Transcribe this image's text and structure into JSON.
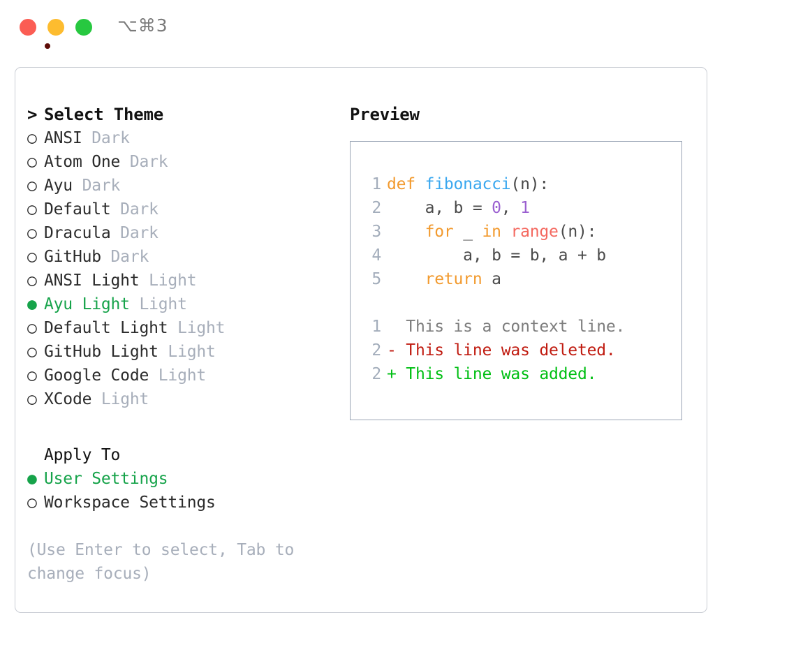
{
  "titlebar": {
    "buttons": [
      {
        "name": "close",
        "color": "#fb5d54"
      },
      {
        "name": "minimize",
        "color": "#fdbc2f"
      },
      {
        "name": "maximize",
        "color": "#27c840"
      }
    ],
    "shortcut": "⌥⌘3"
  },
  "theme_section": {
    "header": "Select Theme",
    "caret": ">",
    "bullet_on": "●",
    "bullet_off": "○",
    "options": [
      {
        "label": "ANSI",
        "tag": "Dark",
        "selected": false
      },
      {
        "label": "Atom One",
        "tag": "Dark",
        "selected": false
      },
      {
        "label": "Ayu",
        "tag": "Dark",
        "selected": false
      },
      {
        "label": "Default",
        "tag": "Dark",
        "selected": false
      },
      {
        "label": "Dracula",
        "tag": "Dark",
        "selected": false
      },
      {
        "label": "GitHub",
        "tag": "Dark",
        "selected": false
      },
      {
        "label": "ANSI Light",
        "tag": "Light",
        "selected": false
      },
      {
        "label": "Ayu Light",
        "tag": "Light",
        "selected": true
      },
      {
        "label": "Default Light",
        "tag": "Light",
        "selected": false
      },
      {
        "label": "GitHub Light",
        "tag": "Light",
        "selected": false
      },
      {
        "label": "Google Code",
        "tag": "Light",
        "selected": false
      },
      {
        "label": "XCode",
        "tag": "Light",
        "selected": false
      }
    ]
  },
  "apply_section": {
    "header": "Apply To",
    "options": [
      {
        "label": "User Settings",
        "selected": true
      },
      {
        "label": "Workspace Settings",
        "selected": false
      }
    ]
  },
  "hint": "(Use Enter to select, Tab to change focus)",
  "preview": {
    "title": "Preview",
    "code_lines": [
      {
        "num": "1",
        "tokens": [
          {
            "t": "def ",
            "c": "kw"
          },
          {
            "t": "fibonacci",
            "c": "fn"
          },
          {
            "t": "(n):",
            "c": "plain"
          }
        ]
      },
      {
        "num": "2",
        "tokens": [
          {
            "t": "    a, b = ",
            "c": "plain"
          },
          {
            "t": "0",
            "c": "num"
          },
          {
            "t": ", ",
            "c": "plain"
          },
          {
            "t": "1",
            "c": "num"
          }
        ]
      },
      {
        "num": "3",
        "tokens": [
          {
            "t": "    ",
            "c": "plain"
          },
          {
            "t": "for",
            "c": "kw"
          },
          {
            "t": " _ ",
            "c": "plain"
          },
          {
            "t": "in",
            "c": "kw"
          },
          {
            "t": " ",
            "c": "plain"
          },
          {
            "t": "range",
            "c": "bi"
          },
          {
            "t": "(n):",
            "c": "plain"
          }
        ]
      },
      {
        "num": "4",
        "tokens": [
          {
            "t": "        a, b = b, a + b",
            "c": "plain"
          }
        ]
      },
      {
        "num": "5",
        "tokens": [
          {
            "t": "    ",
            "c": "plain"
          },
          {
            "t": "return",
            "c": "kw"
          },
          {
            "t": " a",
            "c": "plain"
          }
        ]
      }
    ],
    "diff_lines": [
      {
        "num": "1",
        "marker": "  ",
        "text": "This is a context line.",
        "kind": "ctx"
      },
      {
        "num": "2",
        "marker": "- ",
        "text": "This line was deleted.",
        "kind": "del"
      },
      {
        "num": "2",
        "marker": "+ ",
        "text": "This line was added.",
        "kind": "add"
      }
    ]
  },
  "colors": {
    "accent_green": "#16a34a",
    "tag_gray": "#a7aeba",
    "card_border": "#c9cdd4",
    "preview_border": "#9aa5b5",
    "keyword_orange": "#f29a2e",
    "function_blue": "#39a7ef",
    "number_purple": "#9a5fd0",
    "builtin_red": "#f4685f",
    "diff_delete": "#c01b10",
    "diff_add": "#00bf13"
  }
}
